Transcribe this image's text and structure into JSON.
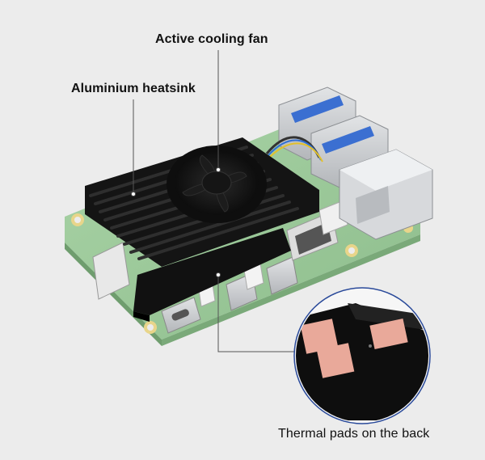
{
  "annotations": {
    "fan": "Active cooling fan",
    "heatsink": "Aluminium heatsink",
    "pads": "Thermal pads on the back"
  },
  "colors": {
    "background": "#ececec",
    "board": "#9bc79a",
    "heatsink": "#1a1a1a",
    "thermal_pad": "#e9a99a",
    "metal": "#c9ccd0"
  }
}
